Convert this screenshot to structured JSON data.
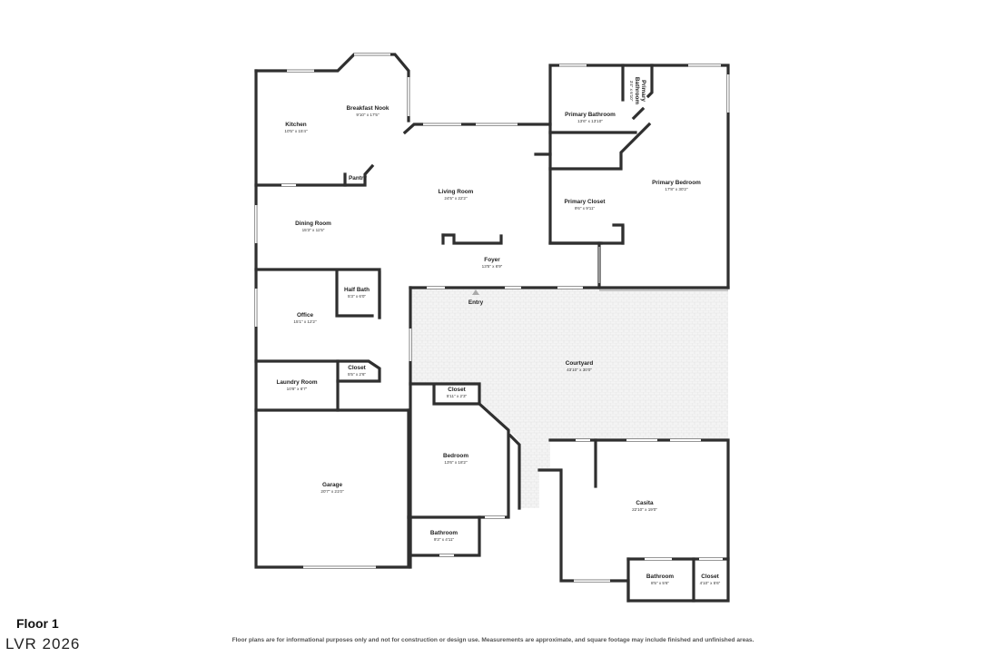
{
  "floor_label": "Floor 1",
  "watermark": "LVR 2026",
  "disclaimer": "Floor plans are for informational purposes only and not for construction or design use. Measurements are approximate, and square footage may include finished and unfinished areas.",
  "rooms": {
    "kitchen": {
      "name": "Kitchen",
      "dim": "10'5\" x 15'4\""
    },
    "breakfast_nook": {
      "name": "Breakfast Nook",
      "dim": "9'10\" x 17'5\""
    },
    "pantry": {
      "name": "Pantry",
      "dim": ""
    },
    "dining_room": {
      "name": "Dining Room",
      "dim": "15'3\" x 11'5\""
    },
    "living_room": {
      "name": "Living Room",
      "dim": "24'5\" x 22'2\""
    },
    "primary_bathroom": {
      "name": "Primary Bathroom",
      "dim": "13'6\" x 13'10\""
    },
    "primary_bathroom_small_1": {
      "name": "Primary",
      "dim": ""
    },
    "primary_bathroom_small_2": {
      "name": "Bathroom",
      "dim": "3'4\" x 6'10\""
    },
    "primary_closet": {
      "name": "Primary Closet",
      "dim": "9'6\" x 9'11\""
    },
    "primary_bedroom": {
      "name": "Primary Bedroom",
      "dim": "17'8\" x 30'2\""
    },
    "foyer": {
      "name": "Foyer",
      "dim": "13'5\" x 6'9\""
    },
    "entry": {
      "name": "Entry",
      "dim": ""
    },
    "half_bath": {
      "name": "Half Bath",
      "dim": "5'3\" x 6'0\""
    },
    "office": {
      "name": "Office",
      "dim": "15'1\" x 12'2\""
    },
    "closet_laundry": {
      "name": "Closet",
      "dim": "5'5\" x 2'6\""
    },
    "laundry_room": {
      "name": "Laundry Room",
      "dim": "10'8\" x 6'7\""
    },
    "courtyard": {
      "name": "Courtyard",
      "dim": "43'10\" x 30'0\""
    },
    "closet_bedroom": {
      "name": "Closet",
      "dim": "5'11\" x 2'3\""
    },
    "bedroom": {
      "name": "Bedroom",
      "dim": "13'6\" x 18'2\""
    },
    "garage": {
      "name": "Garage",
      "dim": "20'7\" x 21'0\""
    },
    "bathroom": {
      "name": "Bathroom",
      "dim": "9'3\" x 4'11\""
    },
    "casita": {
      "name": "Casita",
      "dim": "22'10\" x 19'0\""
    },
    "casita_bathroom": {
      "name": "Bathroom",
      "dim": "8'5\" x 5'6\""
    },
    "casita_closet": {
      "name": "Closet",
      "dim": "4'10\" x 5'6\""
    }
  }
}
